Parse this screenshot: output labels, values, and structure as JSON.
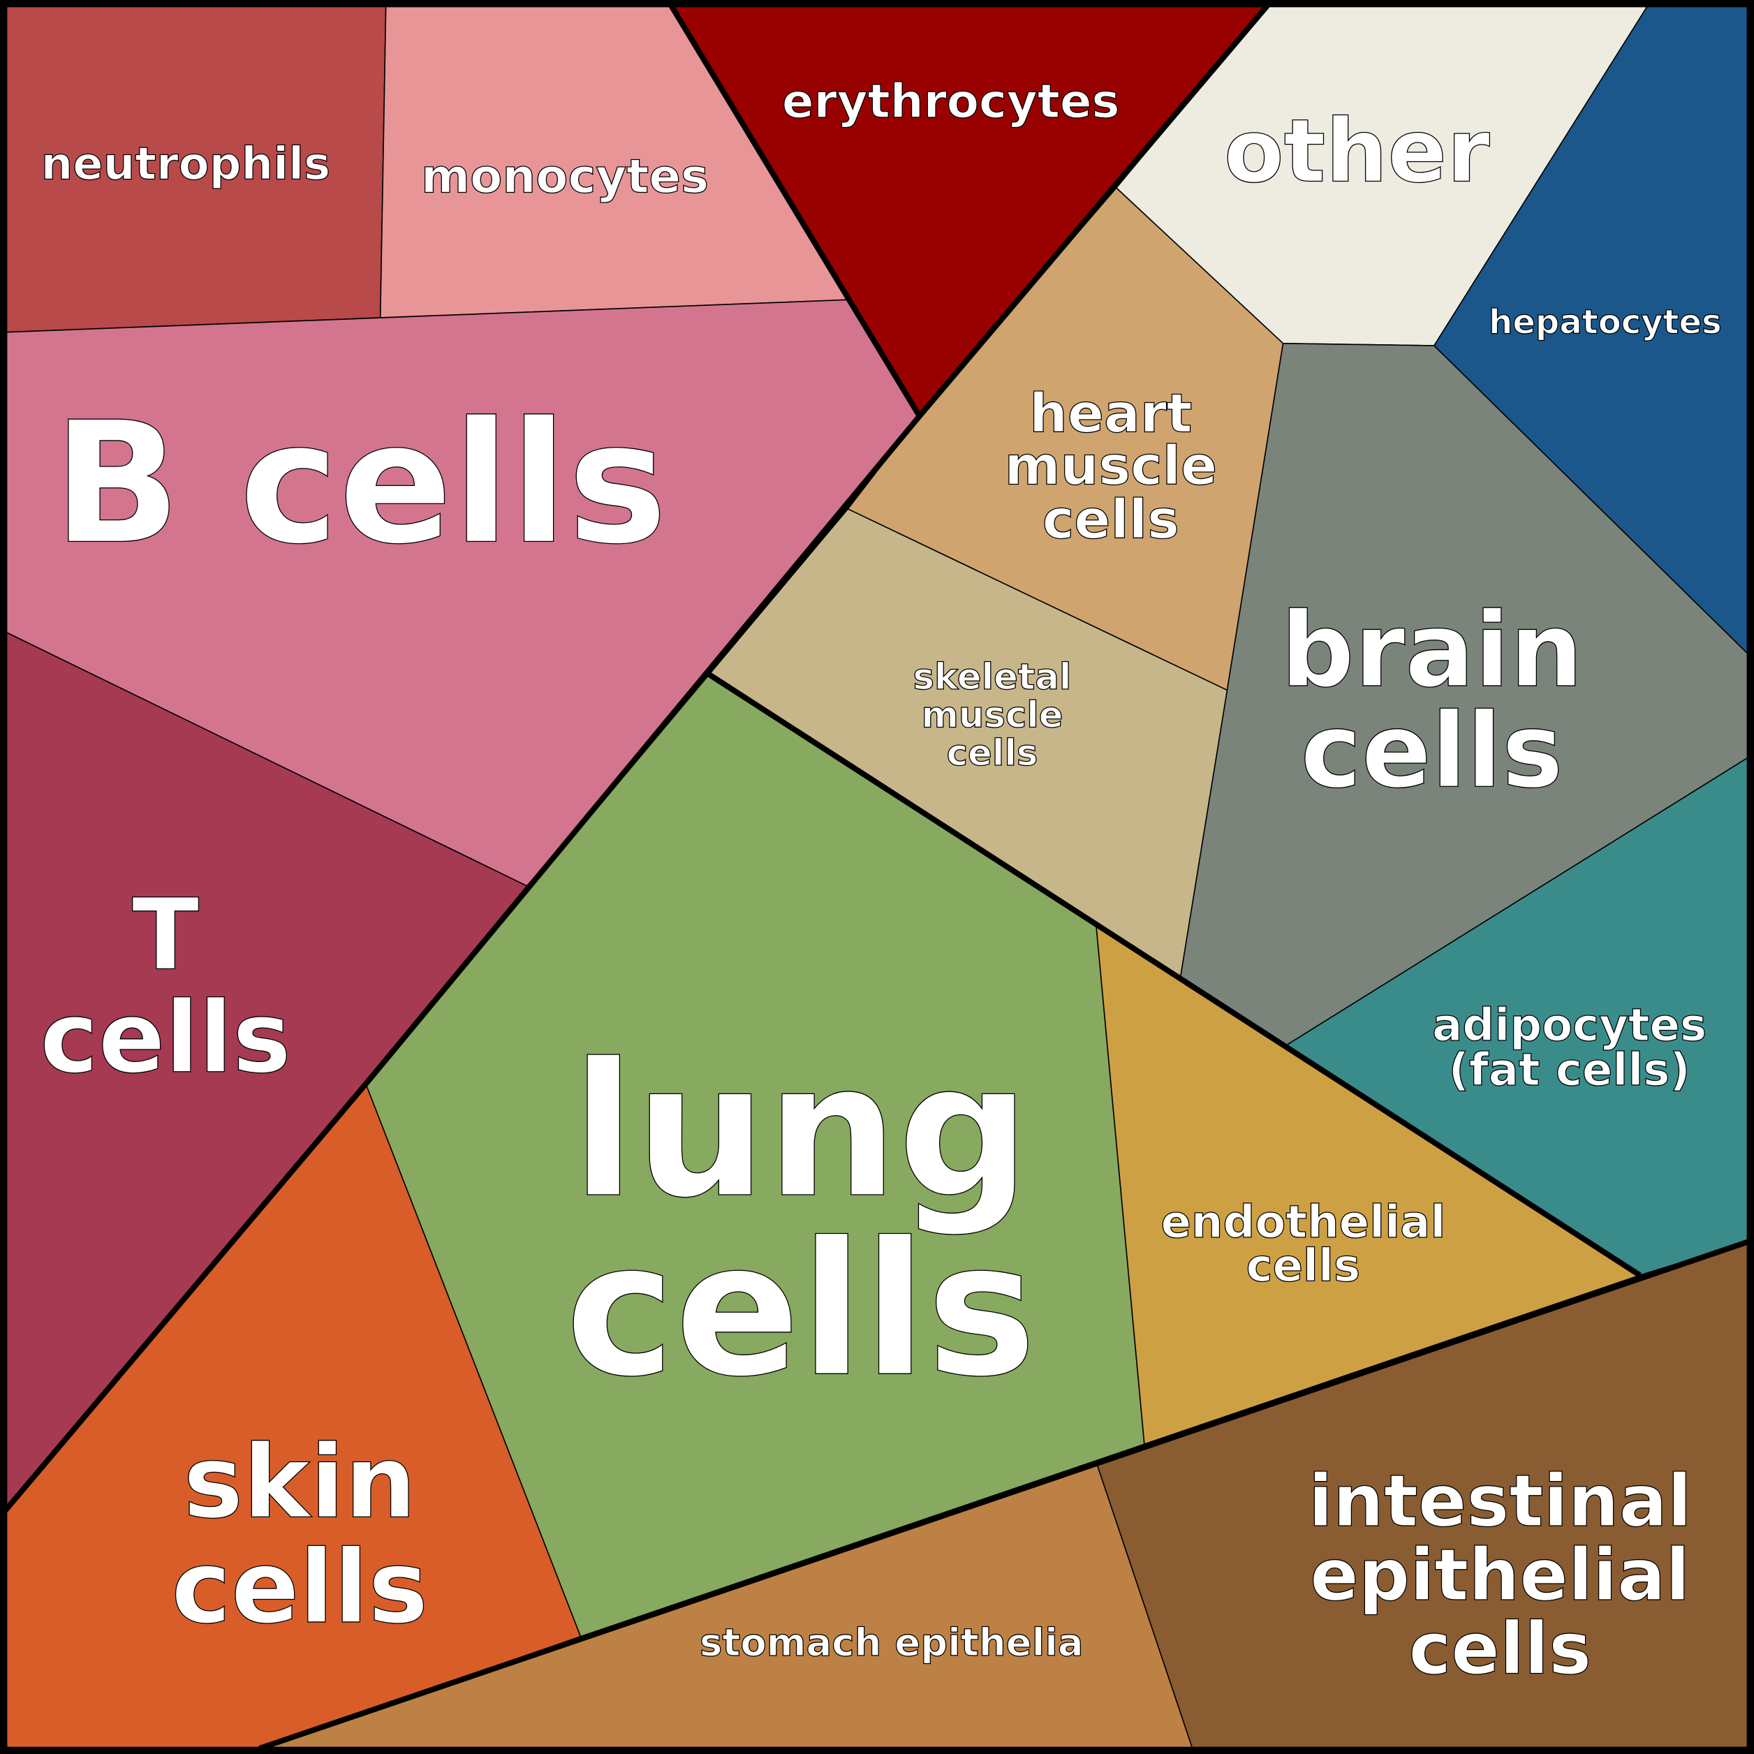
{
  "title": "Cell types treemap",
  "cells": {
    "neutrophils": {
      "lines": [
        "neutrophils"
      ],
      "color": "#b84a4a"
    },
    "monocytes": {
      "lines": [
        "monocytes"
      ],
      "color": "#e89597"
    },
    "erythrocytes": {
      "lines": [
        "erythrocytes"
      ],
      "color": "#990000"
    },
    "other": {
      "lines": [
        "other"
      ],
      "color": "#eeece1"
    },
    "hepatocytes": {
      "lines": [
        "hepatocytes"
      ],
      "color": "#1b578a"
    },
    "heart": {
      "lines": [
        "heart",
        "muscle",
        "cells"
      ],
      "color": "#cfa46f"
    },
    "brain": {
      "lines": [
        "brain",
        "cells"
      ],
      "color": "#7b847a"
    },
    "bcells": {
      "lines": [
        "B cells"
      ],
      "color": "#d3758e"
    },
    "tcells": {
      "lines": [
        "T",
        "cells"
      ],
      "color": "#a63a52"
    },
    "skeletal": {
      "lines": [
        "skeletal",
        "muscle",
        "cells"
      ],
      "color": "#c8b68b"
    },
    "lung": {
      "lines": [
        "lung",
        "cells"
      ],
      "color": "#87a960"
    },
    "adipocytes": {
      "lines": [
        "adipocytes",
        "(fat cells)"
      ],
      "color": "#3a8c8b"
    },
    "endothelial": {
      "lines": [
        "endothelial",
        "cells"
      ],
      "color": "#cda044"
    },
    "skin": {
      "lines": [
        "skin",
        "cells"
      ],
      "color": "#d95d29"
    },
    "stomach": {
      "lines": [
        "stomach epithelia"
      ],
      "color": "#bd8145"
    },
    "intestinal": {
      "lines": [
        "intestinal",
        "epithelial",
        "cells"
      ],
      "color": "#8a5c31"
    }
  }
}
